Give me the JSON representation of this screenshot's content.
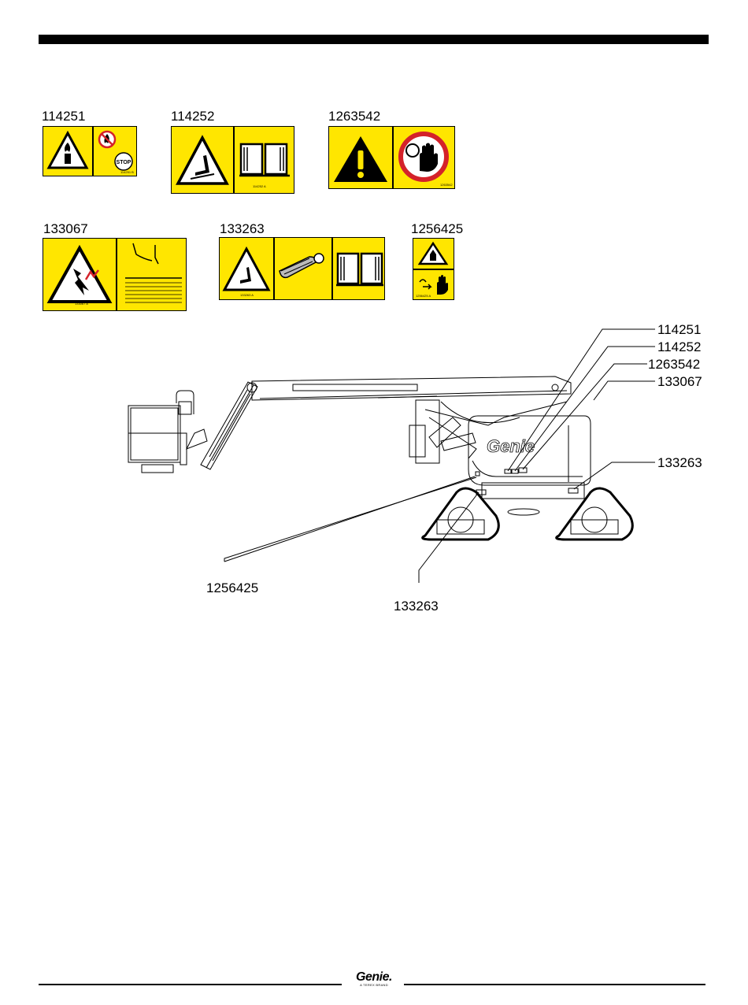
{
  "decals": [
    {
      "part": "114251",
      "small_text": "114251 B"
    },
    {
      "part": "114252",
      "small_text": "114252 A"
    },
    {
      "part": "1263542",
      "small_text": "1263542"
    },
    {
      "part": "133067",
      "small_text": "133067 A"
    },
    {
      "part": "133263",
      "small_text": "133263 A"
    },
    {
      "part": "1256425",
      "small_text": "1256425 A"
    }
  ],
  "decal_114251": {
    "stop_sign": "STOP"
  },
  "diagram_callouts": {
    "c114251": "114251",
    "c114252": "114252",
    "c1263542": "1263542",
    "c133067": "133067",
    "c133263_right": "133263",
    "c1256425": "1256425",
    "c133263_bottom": "133263"
  },
  "machine_brand": "Genie",
  "footer": {
    "brand": "Genie.",
    "tagline": "A TEREX BRAND"
  },
  "colors": {
    "decal_yellow": "#ffe600",
    "prohibition_red": "#d4222a"
  }
}
